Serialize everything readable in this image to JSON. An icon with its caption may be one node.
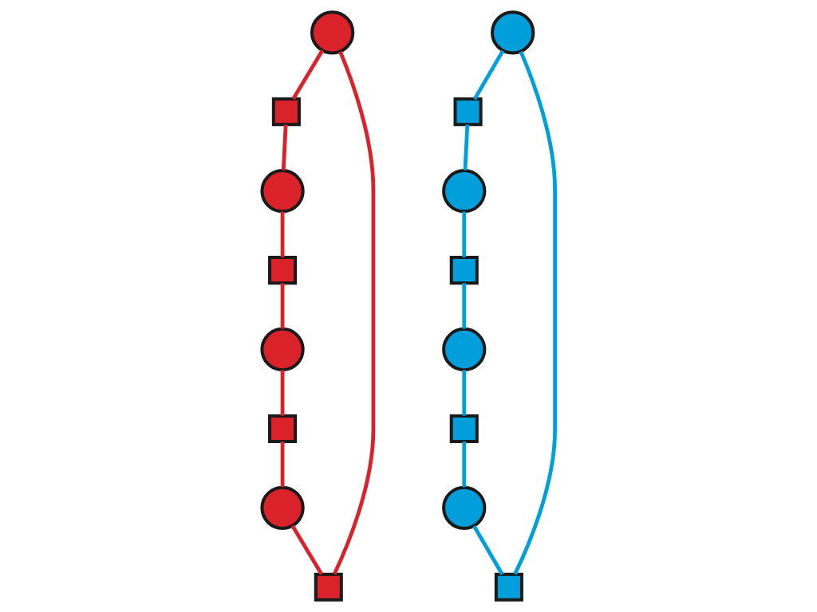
{
  "diagram": {
    "nodes": [
      {
        "text": [],
        "shape": "circle"
      },
      {
        "text": [],
        "shape": "circle"
      },
      {
        "text": [],
        "shape": "box"
      },
      {
        "text": [],
        "shape": "box"
      },
      {
        "text": [],
        "shape": "circle"
      },
      {
        "text": [],
        "shape": "circle"
      },
      {
        "text": [],
        "shape": "box"
      },
      {
        "text": [],
        "shape": "box"
      },
      {
        "text": [],
        "shape": "box"
      },
      {
        "text": [],
        "shape": "box"
      },
      {
        "text": [],
        "shape": "circle"
      },
      {
        "text": [],
        "shape": "circle"
      },
      {
        "text": [],
        "shape": "box"
      },
      {
        "text": [],
        "shape": "box"
      },
      {
        "text": [],
        "shape": "circle"
      },
      {
        "text": [],
        "shape": "circle"
      }
    ],
    "edges": [
      {
        "from": 0,
        "to": 2,
        "arrow": "none",
        "color": "#d9222a"
      },
      {
        "from": 2,
        "to": 5,
        "arrow": "none",
        "color": "#d9222a"
      },
      {
        "from": 1,
        "to": 3,
        "arrow": "none",
        "color": "#009fdb"
      },
      {
        "from": 3,
        "to": 4,
        "arrow": "none",
        "color": "#009fdb"
      },
      {
        "from": 4,
        "to": 6,
        "arrow": "none",
        "color": "#009fdb"
      },
      {
        "from": 6,
        "to": 11,
        "arrow": "none",
        "color": "#009fdb"
      },
      {
        "from": 5,
        "to": 7,
        "arrow": "none",
        "color": "#d9222a"
      },
      {
        "from": 7,
        "to": 10,
        "arrow": "none",
        "color": "#d9222a"
      },
      {
        "from": 10,
        "to": 12,
        "arrow": "none",
        "color": "#d9222a"
      },
      {
        "from": 12,
        "to": 15,
        "arrow": "none",
        "color": "#d9222a"
      },
      {
        "from": 11,
        "to": 13,
        "arrow": "none",
        "color": "#009fdb"
      },
      {
        "from": 13,
        "to": 14,
        "arrow": "none",
        "color": "#009fdb"
      },
      {
        "from": 14,
        "to": 8,
        "arrow": "none",
        "color": "#009fdb"
      },
      {
        "from": 8,
        "to": 1,
        "arrow": "none",
        "color": "#009fdb"
      },
      {
        "from": 15,
        "to": 9,
        "arrow": "none",
        "color": "#d9222a"
      },
      {
        "from": 9,
        "to": 0,
        "arrow": "none",
        "color": "#d9222a"
      }
    ]
  }
}
